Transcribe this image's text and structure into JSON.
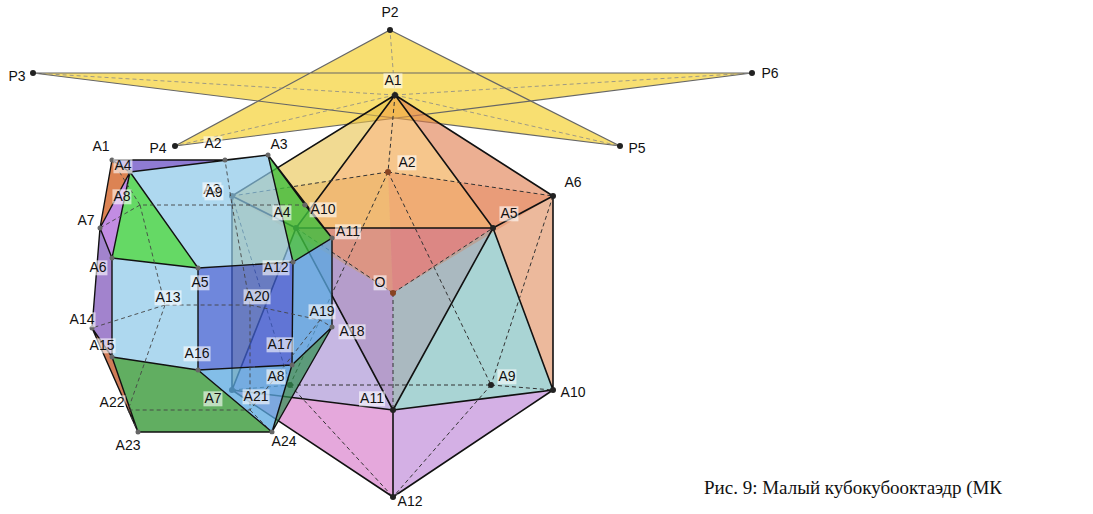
{
  "diagram": {
    "caption": "Рис. 9: Малый кубокубооктаэдр (МК",
    "labels": [
      "P2",
      "P3",
      "P6",
      "A1",
      "P4",
      "P5",
      "A2",
      "A3",
      "A4",
      "A6",
      "A5",
      "O",
      "A8",
      "A9",
      "A7",
      "A11",
      "A10",
      "A12",
      "A1",
      "A2",
      "A4",
      "A3",
      "A8",
      "A9",
      "A10",
      "A7",
      "A11",
      "A6",
      "A5",
      "A12",
      "A13",
      "A20",
      "A19",
      "A14",
      "A18",
      "A15",
      "A16",
      "A17",
      "A22",
      "A21",
      "A23",
      "A24"
    ]
  }
}
